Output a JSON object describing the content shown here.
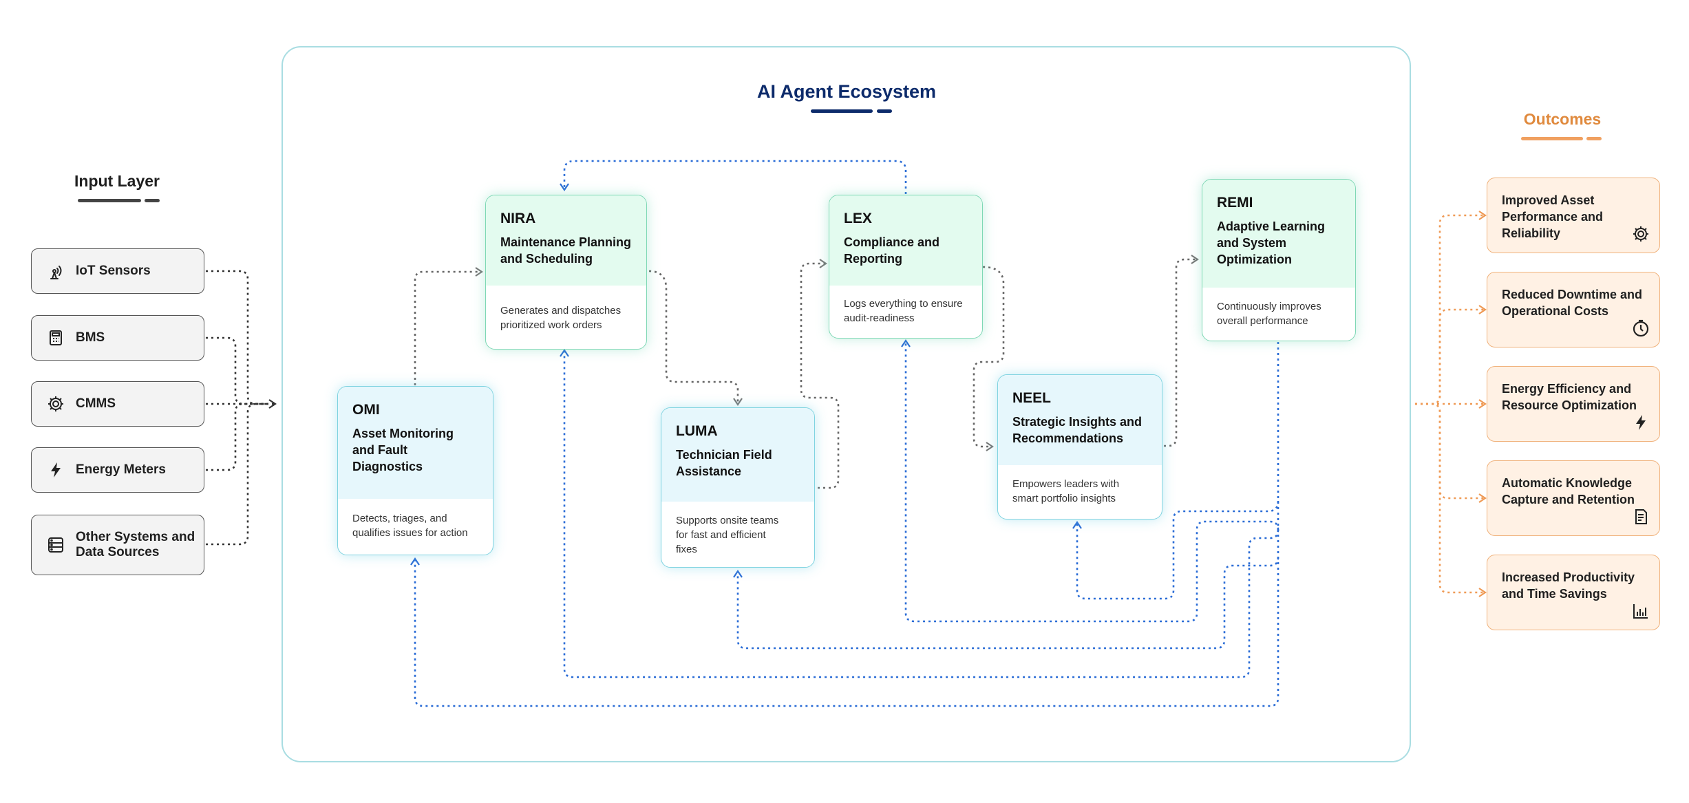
{
  "input_layer": {
    "title": "Input Layer",
    "items": [
      {
        "label": "IoT Sensors",
        "icon": "antenna-icon"
      },
      {
        "label": "BMS",
        "icon": "calculator-icon"
      },
      {
        "label": "CMMS",
        "icon": "gear-icon"
      },
      {
        "label": "Energy Meters",
        "icon": "lightning-icon"
      },
      {
        "label": "Other Systems and Data Sources",
        "icon": "server-icon"
      }
    ]
  },
  "ecosystem": {
    "title": "AI Agent Ecosystem",
    "agents": {
      "omi": {
        "name": "OMI",
        "role": "Asset Monitoring and Fault Diagnostics",
        "desc": "Detects, triages, and qualifies issues for action"
      },
      "nira": {
        "name": "NIRA",
        "role": "Maintenance Planning and Scheduling",
        "desc": "Generates and dispatches prioritized work orders"
      },
      "luma": {
        "name": "LUMA",
        "role": "Technician Field Assistance",
        "desc": "Supports onsite teams for fast and efficient fixes"
      },
      "lex": {
        "name": "LEX",
        "role": "Compliance and Reporting",
        "desc": "Logs everything to ensure audit-readiness"
      },
      "neel": {
        "name": "NEEL",
        "role": "Strategic Insights and Recommendations",
        "desc": "Empowers leaders with smart portfolio insights"
      },
      "remi": {
        "name": "REMI",
        "role": "Adaptive Learning and System Optimization",
        "desc": "Continuously improves overall performance"
      }
    }
  },
  "outcomes": {
    "title": "Outcomes",
    "items": [
      {
        "label": "Improved Asset Performance and Reliability",
        "icon": "gear-icon"
      },
      {
        "label": "Reduced Downtime and Operational Costs",
        "icon": "clock-icon"
      },
      {
        "label": "Energy Efficiency and Resource Optimization",
        "icon": "lightning-icon"
      },
      {
        "label": "Automatic Knowledge Capture and Retention",
        "icon": "document-icon"
      },
      {
        "label": "Increased Productivity and Time Savings",
        "icon": "bar-chart-icon"
      }
    ]
  },
  "colors": {
    "input_connector": "#333333",
    "flow_connector": "#777777",
    "feedback_connector": "#2a6cd6",
    "outcome_connector": "#ef9a55",
    "ecosystem_border": "#a9dde2",
    "title_navy": "#0d2b6b",
    "outcome_orange": "#e08a3e"
  }
}
